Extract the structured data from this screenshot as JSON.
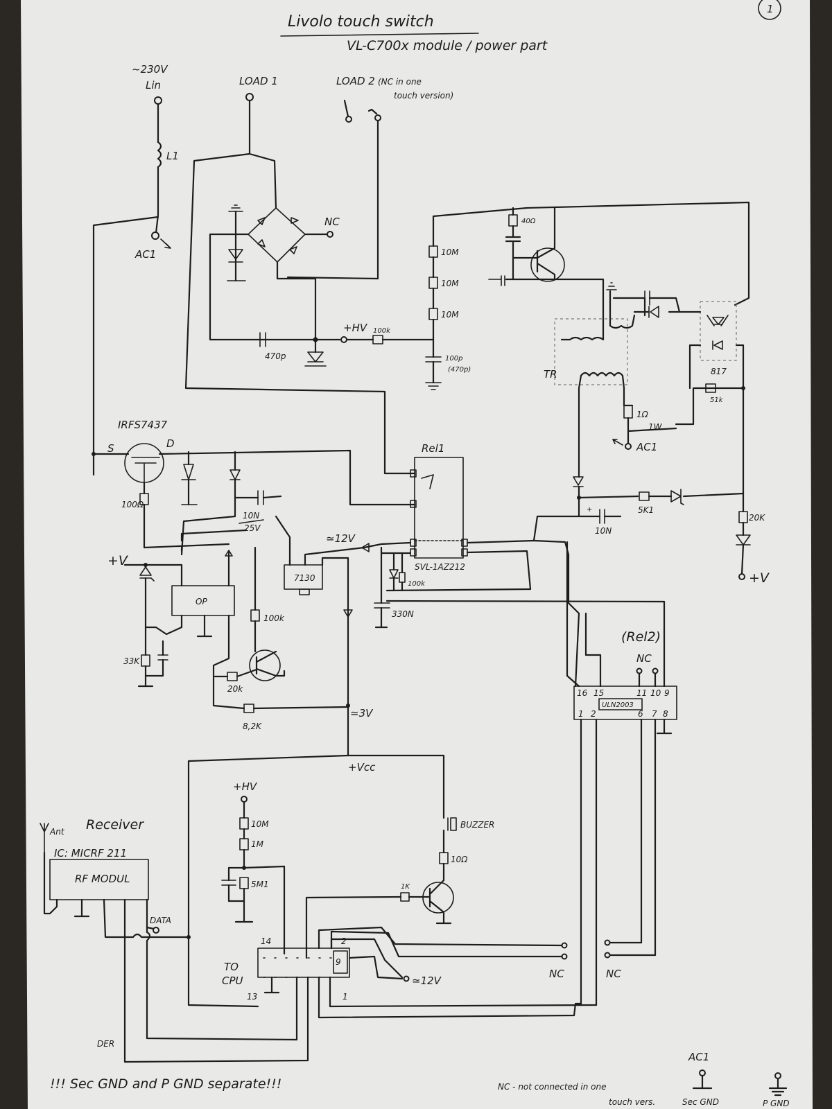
{
  "title": {
    "line1": "Livolo touch switch",
    "line2": "VL-C700x module / power part",
    "page_number": "1"
  },
  "terminals": {
    "lin": "Lin",
    "mains": "~230V",
    "load1": "LOAD 1",
    "load2": "LOAD 2",
    "load2_note_a": "(NC in one",
    "load2_note_b": "touch version)",
    "ac1": "AC1",
    "nc": "NC",
    "plus_hv": "+HV",
    "plus_v": "+V",
    "tilde_12v": "≃12V",
    "tilde_3v": "≃3V",
    "vcc": "+Vcc",
    "data": "DATA",
    "der": "DER",
    "to_cpu_a": "TO",
    "to_cpu_b": "CPU"
  },
  "components": {
    "L1": "L1",
    "mosfet": "IRFS7437",
    "mosfet_s": "S",
    "mosfet_d": "D",
    "relay1": "Rel1",
    "relay1_part": "SVL-1AZ212",
    "relay2": "(Rel2)",
    "uln": "ULN2003",
    "op": "OP",
    "reg": "7130",
    "transformer": "TR",
    "opto": "817",
    "rf_module": "RF MODUL",
    "rf_ic": "IC: MICRF 211",
    "receiver": "Receiver",
    "antenna": "Ant",
    "buzzer": "BUZZER"
  },
  "values": {
    "c_470p": "470p",
    "r_100k_hv": "100k",
    "r_10m_1": "10M",
    "r_10m_2": "10M",
    "r_10m_3": "10M",
    "c_100p": "100p",
    "c_100p_alt": "(470p)",
    "r_40": "40Ω",
    "r_1ohm": "1Ω",
    "r_1w": "1W",
    "r_51k": "51k",
    "r_5k1": "5K1",
    "c_10n_right": "10N",
    "r_20k_right": "20K",
    "r_100ohm": "100Ω",
    "c_10n_25v_a": "10N",
    "c_10n_25v_b": "25V",
    "r_100k_op": "100k",
    "r_33k": "33K",
    "r_20k": "20k",
    "r_8k2": "8,2K",
    "r_100k_rel": "100k",
    "c_330n": "330N",
    "r_10m_cpu": "10M",
    "r_1m_cpu": "1M",
    "r_5m1": "5M1",
    "r_10ohm": "10Ω",
    "r_1k": "1K"
  },
  "uln_pins": {
    "p16": "16",
    "p15": "15",
    "p11": "11",
    "p10": "10",
    "p9": "9",
    "p1": "1",
    "p2": "2",
    "p6": "6",
    "p7": "7",
    "p8": "8"
  },
  "cpu_pins": {
    "p14": "14",
    "p13": "13",
    "p2": "2",
    "p1": "1",
    "p9": "9"
  },
  "notes": {
    "gnd_warning": "!!! Sec GND and P GND separate!!!",
    "nc_note_a": "NC - not connected in one",
    "nc_note_b": "touch vers.",
    "legend_ac1": "AC1",
    "legend_sec_gnd": "Sec GND",
    "legend_p_gnd": "P GND"
  }
}
